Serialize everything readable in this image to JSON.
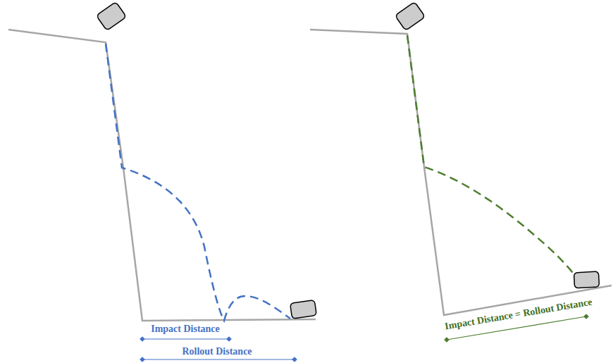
{
  "diagram": {
    "labels": [
      "Impact Distance",
      "Rollout Distance",
      "Impact Distance = Rollout Distance"
    ]
  }
}
